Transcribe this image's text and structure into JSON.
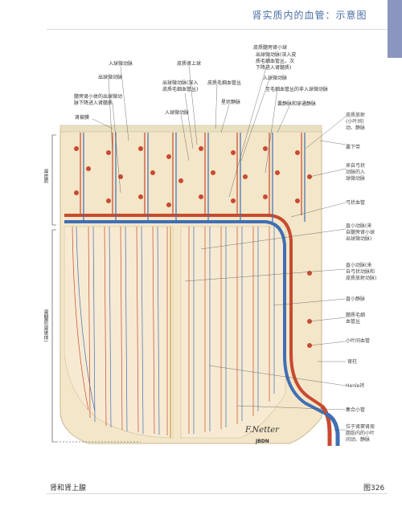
{
  "header": {
    "title": "肾实质内的血管：示意图"
  },
  "labels_left": [
    "入球微动脉",
    "出球微动脉",
    "髓旁肾小体的出球微动\n脉下降进入肾髓质",
    "肾被膜"
  ],
  "labels_top": [
    "皮质髓旁肾小球",
    "出球微动脉(深入皮\n质毛细血管丛，次\n下降进入肾髓质)",
    "入球微动脉",
    "至毛细血管丛的非入球微动脉",
    "皮质肾上球",
    "出球微动脉(深入\n皮质毛细血管丛)",
    "皮质毛细血管丛",
    "星状静脉",
    "入球微动脉",
    "囊静脉和穿通静脉"
  ],
  "labels_right": [
    "皮质放射\n(小叶间)\n动、静脉",
    "囊下带",
    "来自弓状\n动脉的入\n球微动脉",
    "弓状血管",
    "直小动脉(来\n自髓旁肾小球\n出球微动脉)",
    "直小动脉(来\n自弓状动脉和\n皮质放射动脉)",
    "直小静脉",
    "髓质毛细\n血管丛",
    "小叶间血管",
    "肾柱",
    "Henle袢",
    "集合小管",
    "位于肾窦肾周\n脂肪内的小叶\n间动、静脉"
  ],
  "region_labels": {
    "cortex": "肾皮质",
    "medulla": "肾髓质(肾锥体)"
  },
  "footer": {
    "section": "肾和肾上腺",
    "figure": "图326"
  },
  "signature": "F.Netter",
  "brand": "JBDN",
  "colors": {
    "artery": "#c94a2f",
    "vein": "#3f6fb5",
    "parenchyma": "#f3e6c9",
    "capsule": "#e8e0c0",
    "accent": "#8b96bf"
  }
}
